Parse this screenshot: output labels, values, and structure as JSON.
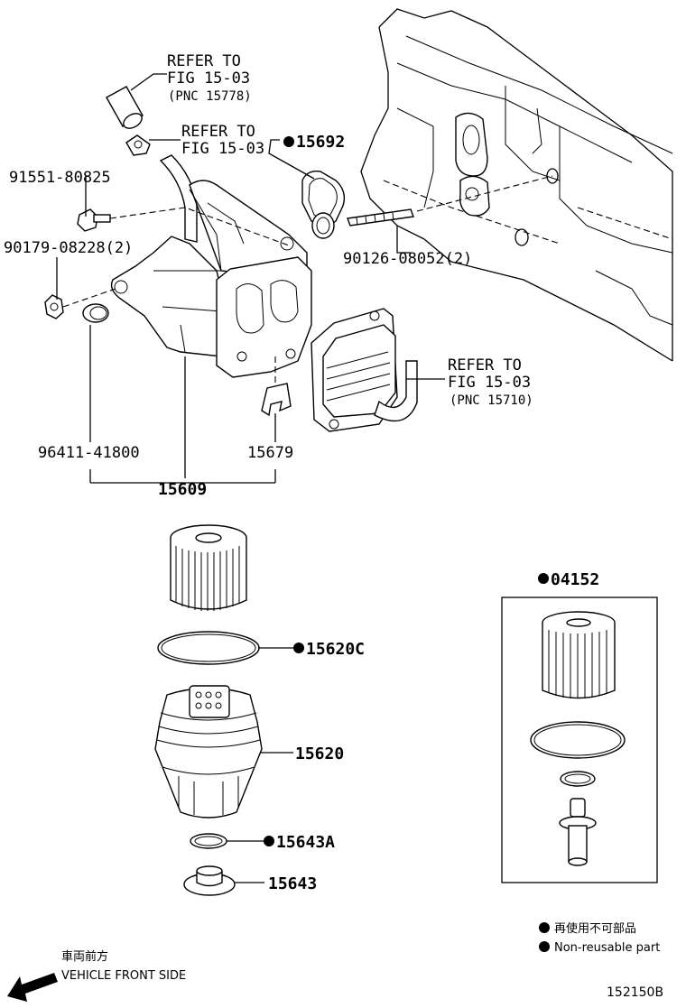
{
  "callouts": {
    "ref_hose": {
      "l1": "REFER TO",
      "l2": "FIG 15-03",
      "l3": "(PNC 15778)"
    },
    "ref_fitting": {
      "l1": "REFER TO",
      "l2": "FIG 15-03"
    },
    "ref_cooler": {
      "l1": "REFER TO",
      "l2": "FIG 15-03",
      "l3": "(PNC 15710)"
    }
  },
  "parts": {
    "p_91551": "91551-80825",
    "p_90179": "90179-08228(2)",
    "p_96411": "96411-41800",
    "p_15609": "15609",
    "p_15679": "15679",
    "p_15692": "15692",
    "p_90126": "90126-08052(2)",
    "p_04152": "04152",
    "p_15620C": "15620C",
    "p_15620": "15620",
    "p_15643A": "15643A",
    "p_15643": "15643"
  },
  "legend": {
    "jp": "再使用不可部品",
    "en": "Non-reusable part"
  },
  "direction": {
    "jp": "車両前方",
    "en": "VEHICLE FRONT SIDE"
  },
  "figure_code": "152150B"
}
